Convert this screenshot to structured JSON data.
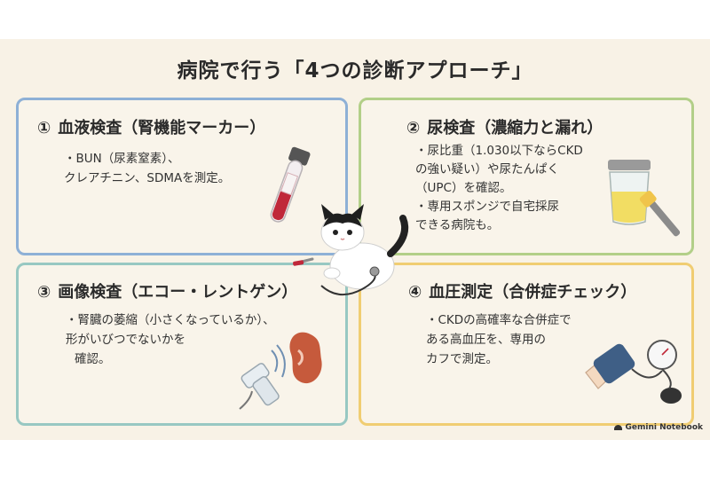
{
  "title": "病院で行う「4つの診断アプローチ」",
  "panels": [
    {
      "num": "①",
      "heading": "血液検査（腎機能マーカー）",
      "lines": [
        "・BUN（尿素窒素）、",
        "クレアチニン、SDMAを測定。"
      ],
      "icon": "blood-tube-icon"
    },
    {
      "num": "②",
      "heading": "尿検査（濃縮力と漏れ）",
      "lines": [
        "・尿比重（1.030以下ならCKD",
        "の強い疑い）や尿たんぱく",
        "（UPC）を確認。",
        "・専用スポンジで自宅採尿",
        "できる病院も。"
      ],
      "icon": "urine-cup-icon"
    },
    {
      "num": "③",
      "heading": "画像検査（エコー・レントゲン）",
      "lines": [
        "・腎臓の萎縮（小さくなっているか）、",
        "形がいびつでないかを",
        "確認。"
      ],
      "icon": "ultrasound-kidney-icon"
    },
    {
      "num": "④",
      "heading": "血圧測定（合併症チェック）",
      "lines": [
        "・CKDの高確率な合併症で",
        "ある高血圧を、専用の",
        "カフで測定。"
      ],
      "icon": "blood-pressure-cuff-icon"
    }
  ],
  "brand": "Gemini Notebook",
  "colors": {
    "background": "#f8f2e6",
    "panel1_border": "#8eb0d6",
    "panel2_border": "#b2cf88",
    "panel3_border": "#98c8c2",
    "panel4_border": "#f0cd72"
  }
}
